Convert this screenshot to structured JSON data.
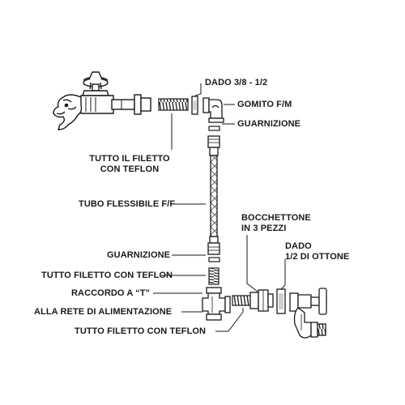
{
  "labels": {
    "dado_3_8": "DADO 3/8 - 1/2",
    "gomito": "GOMITO F/M",
    "guarnizione_top": "GUARNIZIONE",
    "tutto_il_filetto_1": "TUTTO IL FILETTO",
    "tutto_il_filetto_2": "CON TEFLON",
    "tubo_flessibile": "TUBO FLESSIBILE F/F",
    "bocchettone_1": "BOCCHETTONE",
    "bocchettone_2": "IN 3 PEZZI",
    "dado_ottone_1": "DADO",
    "dado_ottone_2": "1/2 DI OTTONE",
    "guarnizione_bottom": "GUARNIZIONE",
    "tutto_filetto_teflon_1": "TUTTO FILETTO CON TEFLON",
    "raccordo_t": "RACCORDO A “T”",
    "rete_alimentazione": "ALLA RETE DI ALIMENTAZIONE",
    "tutto_filetto_teflon_2": "TUTTO FILETTO CON TEFLON"
  },
  "colors": {
    "ink": "#1a1a1a",
    "fill": "#ffffff",
    "shade": "#cfcfcf"
  }
}
